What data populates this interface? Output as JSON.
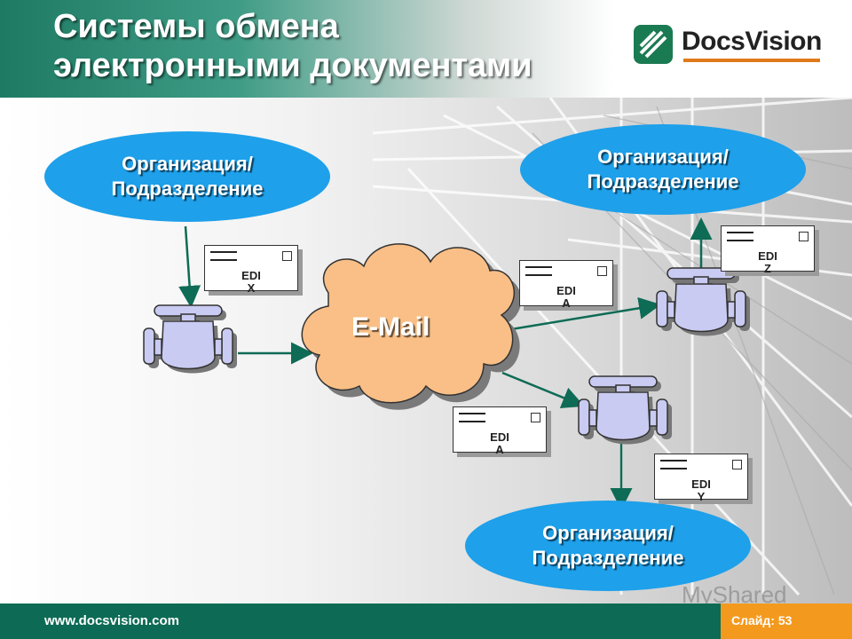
{
  "slide": {
    "title_line1": "Системы обмена",
    "title_line2": "электронными документами",
    "logo_text": "DocsVision",
    "footer_url": "www.docsvision.com",
    "slide_number": "Слайд: 53",
    "watermark": "MyShared"
  },
  "diagram": {
    "org_label_line1": "Организация/",
    "org_label_line2": "Подразделение",
    "cloud_label": "E-Mail",
    "envelopes": [
      {
        "line1": "EDI",
        "line2": "X"
      },
      {
        "line1": "EDI",
        "line2": "A"
      },
      {
        "line1": "EDI",
        "line2": "Z"
      },
      {
        "line1": "EDI",
        "line2": "A"
      },
      {
        "line1": "EDI",
        "line2": "Y"
      }
    ]
  },
  "colors": {
    "header_green": "#1e7a63",
    "footer_green": "#0d6b55",
    "accent_orange": "#f39a1e",
    "ellipse_blue": "#1ea0ea",
    "cloud_orange": "#f9bf86",
    "chair_lavender": "#c9cbf2",
    "arrow_green": "#0e6b55"
  },
  "icons": [
    "docsvision-logo-icon",
    "envelope-icon",
    "chair-icon",
    "cloud-icon"
  ]
}
